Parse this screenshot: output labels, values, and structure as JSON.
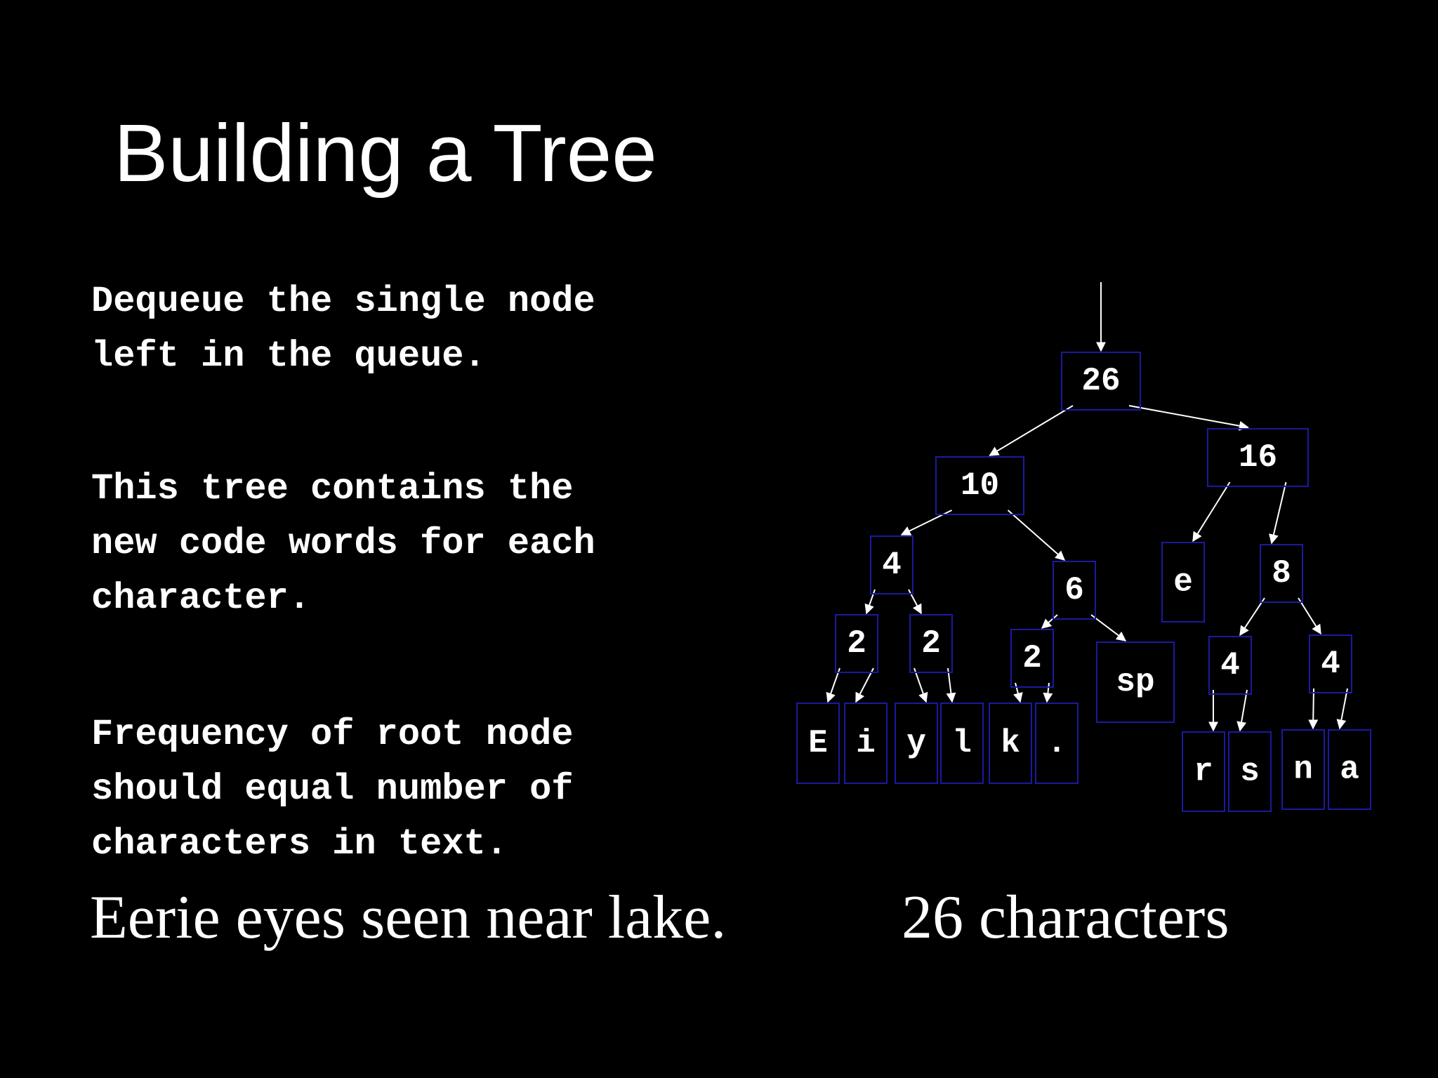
{
  "slide": {
    "title": "Building a Tree",
    "paragraph1": [
      "Dequeue the single node",
      "left in the queue."
    ],
    "paragraph2": [
      "This tree contains the",
      "new code words for each",
      "character."
    ],
    "paragraph3": [
      "Frequency of root node",
      "should equal number of",
      "characters in text."
    ],
    "sample_text": "Eerie eyes seen near lake.",
    "char_count": "26 characters"
  },
  "colors": {
    "background": "#000000",
    "text": "#ffffff",
    "node_border": "#1a1aa0",
    "edge": "#ffffff"
  },
  "tree": {
    "nodes": [
      {
        "id": "n26",
        "label": "26"
      },
      {
        "id": "n10",
        "label": "10"
      },
      {
        "id": "n16",
        "label": "16"
      },
      {
        "id": "n4a",
        "label": "4"
      },
      {
        "id": "n6",
        "label": "6"
      },
      {
        "id": "ne",
        "label": "e"
      },
      {
        "id": "n8",
        "label": "8"
      },
      {
        "id": "n2a",
        "label": "2"
      },
      {
        "id": "n2b",
        "label": "2"
      },
      {
        "id": "n2c",
        "label": "2"
      },
      {
        "id": "nsp",
        "label": "sp"
      },
      {
        "id": "n4b",
        "label": "4"
      },
      {
        "id": "n4c",
        "label": "4"
      },
      {
        "id": "nE",
        "label": "E"
      },
      {
        "id": "ni",
        "label": "i"
      },
      {
        "id": "ny",
        "label": "y"
      },
      {
        "id": "nl",
        "label": "l"
      },
      {
        "id": "nk",
        "label": "k"
      },
      {
        "id": "ndot",
        "label": "."
      },
      {
        "id": "nr",
        "label": "r"
      },
      {
        "id": "ns",
        "label": "s"
      },
      {
        "id": "nn",
        "label": "n"
      },
      {
        "id": "na",
        "label": "a"
      }
    ],
    "edges": [
      [
        "n26",
        "n10"
      ],
      [
        "n26",
        "n16"
      ],
      [
        "n10",
        "n4a"
      ],
      [
        "n10",
        "n6"
      ],
      [
        "n16",
        "ne"
      ],
      [
        "n16",
        "n8"
      ],
      [
        "n4a",
        "n2a"
      ],
      [
        "n4a",
        "n2b"
      ],
      [
        "n6",
        "n2c"
      ],
      [
        "n6",
        "nsp"
      ],
      [
        "n8",
        "n4b"
      ],
      [
        "n8",
        "n4c"
      ],
      [
        "n2a",
        "nE"
      ],
      [
        "n2a",
        "ni"
      ],
      [
        "n2b",
        "ny"
      ],
      [
        "n2b",
        "nl"
      ],
      [
        "n2c",
        "nk"
      ],
      [
        "n2c",
        "ndot"
      ],
      [
        "n4b",
        "nr"
      ],
      [
        "n4b",
        "ns"
      ],
      [
        "n4c",
        "nn"
      ],
      [
        "n4c",
        "na"
      ]
    ]
  }
}
